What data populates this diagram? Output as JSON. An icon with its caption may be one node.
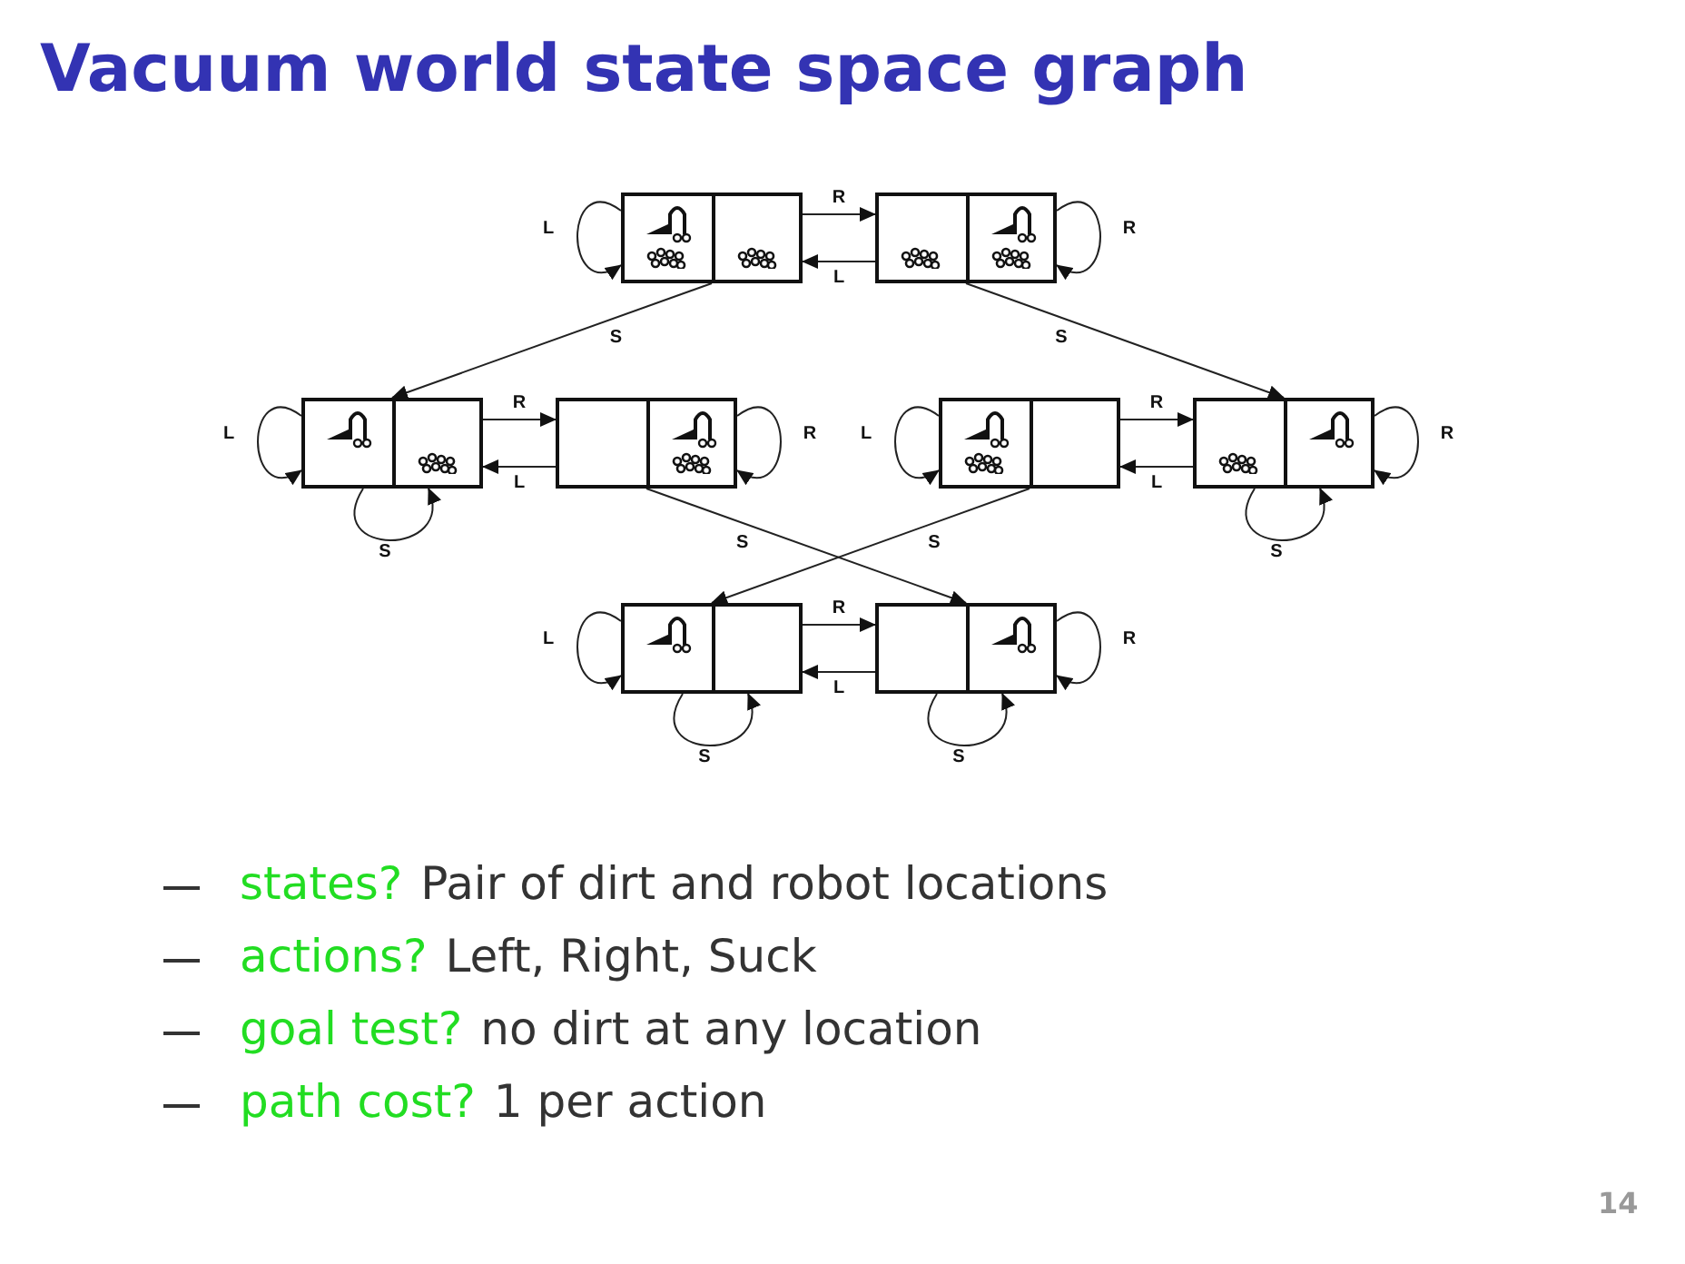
{
  "diagram": {
    "title": "Vacuum world state space graph",
    "nodes": [
      {
        "text": [],
        "shape": "box"
      },
      {
        "text": [],
        "shape": "box"
      },
      {
        "text": [],
        "shape": "box"
      },
      {
        "text": [],
        "shape": "box"
      },
      {
        "text": [],
        "shape": "box"
      },
      {
        "text": [],
        "shape": "box"
      },
      {
        "text": [],
        "shape": "box"
      },
      {
        "text": [],
        "shape": "box"
      }
    ],
    "edges": [
      {
        "from": 0,
        "to": 0,
        "arrow": "to",
        "label": "L"
      },
      {
        "from": 0,
        "to": 1,
        "arrow": "to",
        "label": "R"
      },
      {
        "from": 1,
        "to": 0,
        "arrow": "to",
        "label": "L"
      },
      {
        "from": 1,
        "to": 1,
        "arrow": "to",
        "label": "R"
      },
      {
        "from": 0,
        "to": 2,
        "arrow": "to",
        "label": "S"
      },
      {
        "from": 1,
        "to": 5,
        "arrow": "to",
        "label": "S"
      },
      {
        "from": 2,
        "to": 2,
        "arrow": "to",
        "label": "L"
      },
      {
        "from": 2,
        "to": 3,
        "arrow": "to",
        "label": "R"
      },
      {
        "from": 3,
        "to": 2,
        "arrow": "to",
        "label": "L"
      },
      {
        "from": 3,
        "to": 3,
        "arrow": "to",
        "label": "R"
      },
      {
        "from": 2,
        "to": 2,
        "arrow": "to",
        "label": "S"
      },
      {
        "from": 4,
        "to": 4,
        "arrow": "to",
        "label": "L"
      },
      {
        "from": 4,
        "to": 5,
        "arrow": "to",
        "label": "R"
      },
      {
        "from": 5,
        "to": 4,
        "arrow": "to",
        "label": "L"
      },
      {
        "from": 5,
        "to": 5,
        "arrow": "to",
        "label": "R"
      },
      {
        "from": 5,
        "to": 5,
        "arrow": "to",
        "label": "S"
      },
      {
        "from": 3,
        "to": 7,
        "arrow": "to",
        "label": "S"
      },
      {
        "from": 4,
        "to": 6,
        "arrow": "to",
        "label": "S"
      },
      {
        "from": 6,
        "to": 6,
        "arrow": "to",
        "label": "L"
      },
      {
        "from": 6,
        "to": 7,
        "arrow": "to",
        "label": "R"
      },
      {
        "from": 7,
        "to": 6,
        "arrow": "to",
        "label": "L"
      },
      {
        "from": 7,
        "to": 7,
        "arrow": "to",
        "label": "R"
      },
      {
        "from": 6,
        "to": 6,
        "arrow": "to",
        "label": "S"
      },
      {
        "from": 7,
        "to": 7,
        "arrow": "to",
        "label": "S"
      }
    ],
    "labels": [
      "states?",
      "Pair of dirt and robot locations",
      "actions?",
      "Left, Right, Suck",
      "goal test?",
      "no dirt at any location",
      "path cost?",
      "1 per action",
      "14"
    ]
  }
}
